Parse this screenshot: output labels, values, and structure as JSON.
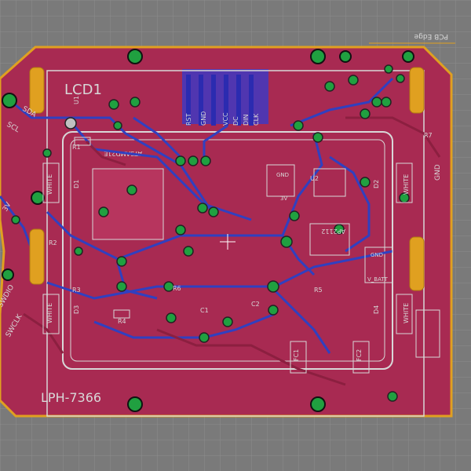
{
  "board": {
    "edge_label": "PCB Edge",
    "name": "LPH-7366",
    "lcd_ref": "LCD1",
    "lcd_pins": [
      "RST",
      "GND",
      "VCC",
      "DC",
      "DIN",
      "CLK"
    ],
    "leds": [
      {
        "ref": "D1",
        "label": "WHITE"
      },
      {
        "ref": "D2",
        "label": "WHITE"
      },
      {
        "ref": "D3",
        "label": "WHITE"
      },
      {
        "ref": "D4",
        "label": "WHITE"
      }
    ],
    "parts": [
      "R1",
      "R2",
      "R3",
      "R4",
      "R5",
      "R6",
      "R7",
      "C1",
      "C2",
      "U1",
      "U2",
      "FC1",
      "FC2"
    ],
    "pads": [
      "GND",
      "3V",
      "GND",
      "V_BATT"
    ],
    "edge_text": [
      "SDA",
      "SCL",
      "SWDIO",
      "SWCLK",
      "3V",
      "GND"
    ],
    "mcu_label": "ATSAMD21E",
    "regulator_label": "AP2112"
  },
  "colors": {
    "background": "#7a7a7a",
    "grid": "#8a8a8a",
    "copper_top": "#b02a50",
    "copper_bottom": "#3040c0",
    "board_edge": "#e0a020",
    "via": "#20a040",
    "silkscreen": "#d8d8d8",
    "pad": "#e0a020"
  }
}
